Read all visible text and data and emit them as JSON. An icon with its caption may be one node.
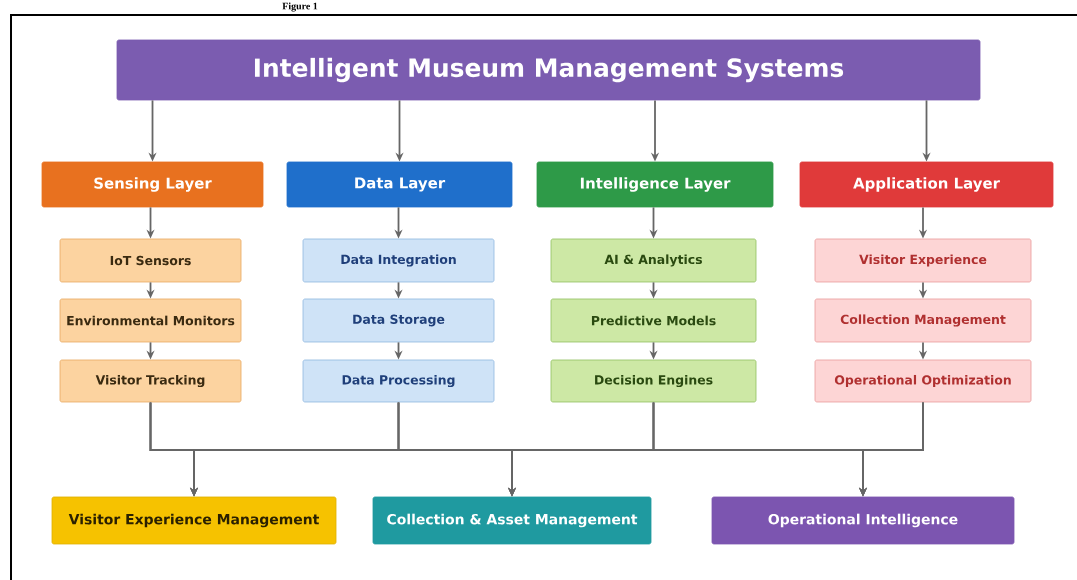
{
  "diagram": {
    "title": "Figure 1",
    "nodes": [
      {
        "text": [
          "Intelligent Museum Management Systems"
        ]
      },
      {
        "text": [
          "Sensing Layer"
        ]
      },
      {
        "text": [
          "Data Layer"
        ]
      },
      {
        "text": [
          "Intelligence Layer"
        ]
      },
      {
        "text": [
          "Application Layer"
        ]
      },
      {
        "text": [
          "IoT Sensors"
        ]
      },
      {
        "text": [
          "Environmental Monitors"
        ]
      },
      {
        "text": [
          "Visitor Tracking"
        ]
      },
      {
        "text": [
          "Data Integration"
        ]
      },
      {
        "text": [
          "Data Storage"
        ]
      },
      {
        "text": [
          "Data Processing"
        ]
      },
      {
        "text": [
          "AI & Analytics"
        ]
      },
      {
        "text": [
          "Predictive Models"
        ]
      },
      {
        "text": [
          "Decision Engines"
        ]
      },
      {
        "text": [
          "Visitor Experience"
        ]
      },
      {
        "text": [
          "Collection Management"
        ]
      },
      {
        "text": [
          "Operational Optimization"
        ]
      },
      {
        "text": [
          "Visitor Experience Management"
        ]
      },
      {
        "text": [
          "Collection & Asset Management"
        ]
      },
      {
        "text": [
          "Operational Intelligence"
        ]
      }
    ],
    "edges": [
      {
        "from": 0,
        "to": 1,
        "arrow": "to"
      },
      {
        "from": 0,
        "to": 2,
        "arrow": "to"
      },
      {
        "from": 0,
        "to": 3,
        "arrow": "to"
      },
      {
        "from": 0,
        "to": 4,
        "arrow": "to"
      },
      {
        "from": 1,
        "to": 5,
        "arrow": "to"
      },
      {
        "from": 5,
        "to": 6,
        "arrow": "to"
      },
      {
        "from": 6,
        "to": 7,
        "arrow": "to"
      },
      {
        "from": 2,
        "to": 8,
        "arrow": "to"
      },
      {
        "from": 8,
        "to": 9,
        "arrow": "to"
      },
      {
        "from": 9,
        "to": 10,
        "arrow": "to"
      },
      {
        "from": 3,
        "to": 11,
        "arrow": "to"
      },
      {
        "from": 11,
        "to": 12,
        "arrow": "to"
      },
      {
        "from": 12,
        "to": 13,
        "arrow": "to"
      },
      {
        "from": 4,
        "to": 14,
        "arrow": "to"
      },
      {
        "from": 14,
        "to": 15,
        "arrow": "to"
      },
      {
        "from": 15,
        "to": 16,
        "arrow": "to"
      },
      {
        "from": 7,
        "to": 17,
        "arrow": "to"
      },
      {
        "from": 7,
        "to": 18,
        "arrow": "to"
      },
      {
        "from": 7,
        "to": 19,
        "arrow": "to"
      },
      {
        "from": 10,
        "to": 17,
        "arrow": "to"
      },
      {
        "from": 10,
        "to": 18,
        "arrow": "to"
      },
      {
        "from": 10,
        "to": 19,
        "arrow": "to"
      },
      {
        "from": 13,
        "to": 17,
        "arrow": "to"
      },
      {
        "from": 13,
        "to": 18,
        "arrow": "to"
      },
      {
        "from": 13,
        "to": 19,
        "arrow": "to"
      },
      {
        "from": 16,
        "to": 17,
        "arrow": "to"
      },
      {
        "from": 16,
        "to": 18,
        "arrow": "to"
      },
      {
        "from": 16,
        "to": 19,
        "arrow": "to"
      }
    ]
  }
}
